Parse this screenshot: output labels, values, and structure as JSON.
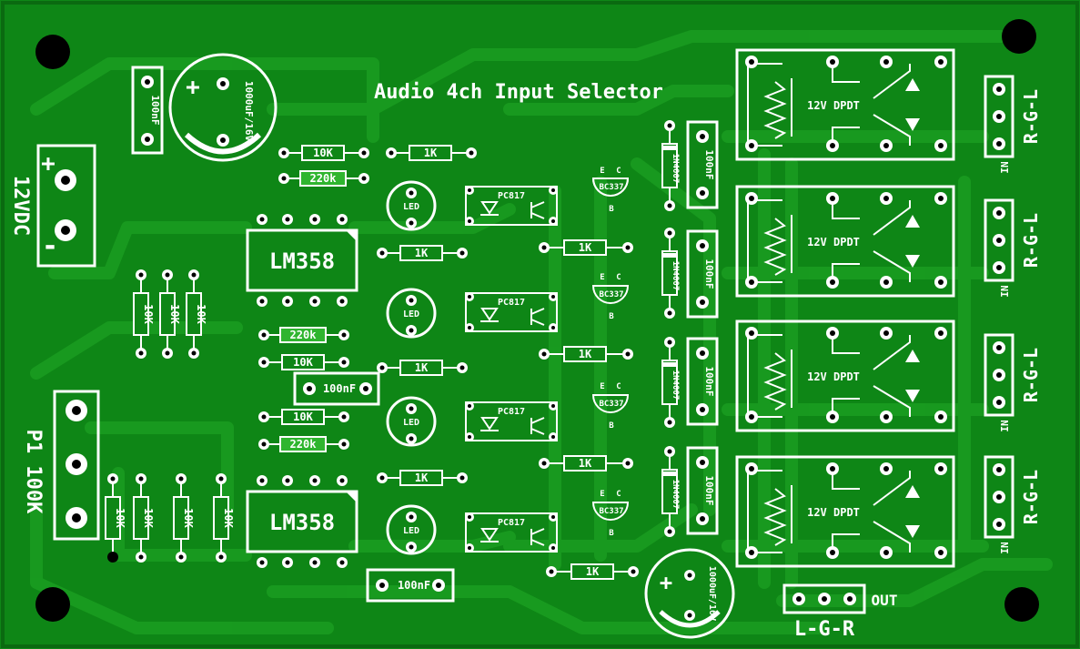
{
  "board": {
    "title": "Audio 4ch Input Selector",
    "colors": {
      "board_green": "#0f8a16",
      "trace_green": "#1d9a22",
      "silkscreen": "#ffffff",
      "pad_hole": "#000000",
      "resistor_band_highlight": "#2fb52f"
    }
  },
  "power_connector": {
    "label": "12VDC",
    "plus": "+",
    "minus": "-"
  },
  "pot_connector": {
    "label": "P1 100K"
  },
  "cap_large": {
    "label": "1000uF/16V",
    "plus": "+"
  },
  "cap_small_1": {
    "label": "100nF"
  },
  "cap_small_2": {
    "label": "100nF"
  },
  "cap_small_3": {
    "label": "100nF"
  },
  "ic": [
    {
      "label": "LM358"
    },
    {
      "label": "LM358"
    }
  ],
  "resistors": {
    "r10k": "10K",
    "r1k": "1K",
    "r220k": "220k"
  },
  "led_label": "LED",
  "optocoupler_label": "PC817",
  "transistor": {
    "label": "BC337",
    "pins": [
      "E",
      "C",
      "B"
    ]
  },
  "diode_label": "1N4007",
  "relay_label": "12V DPDT",
  "channel_connector": {
    "label": "R-G-L",
    "in": "IN"
  },
  "output_connector": {
    "label": "L-G-R",
    "out": "OUT"
  }
}
